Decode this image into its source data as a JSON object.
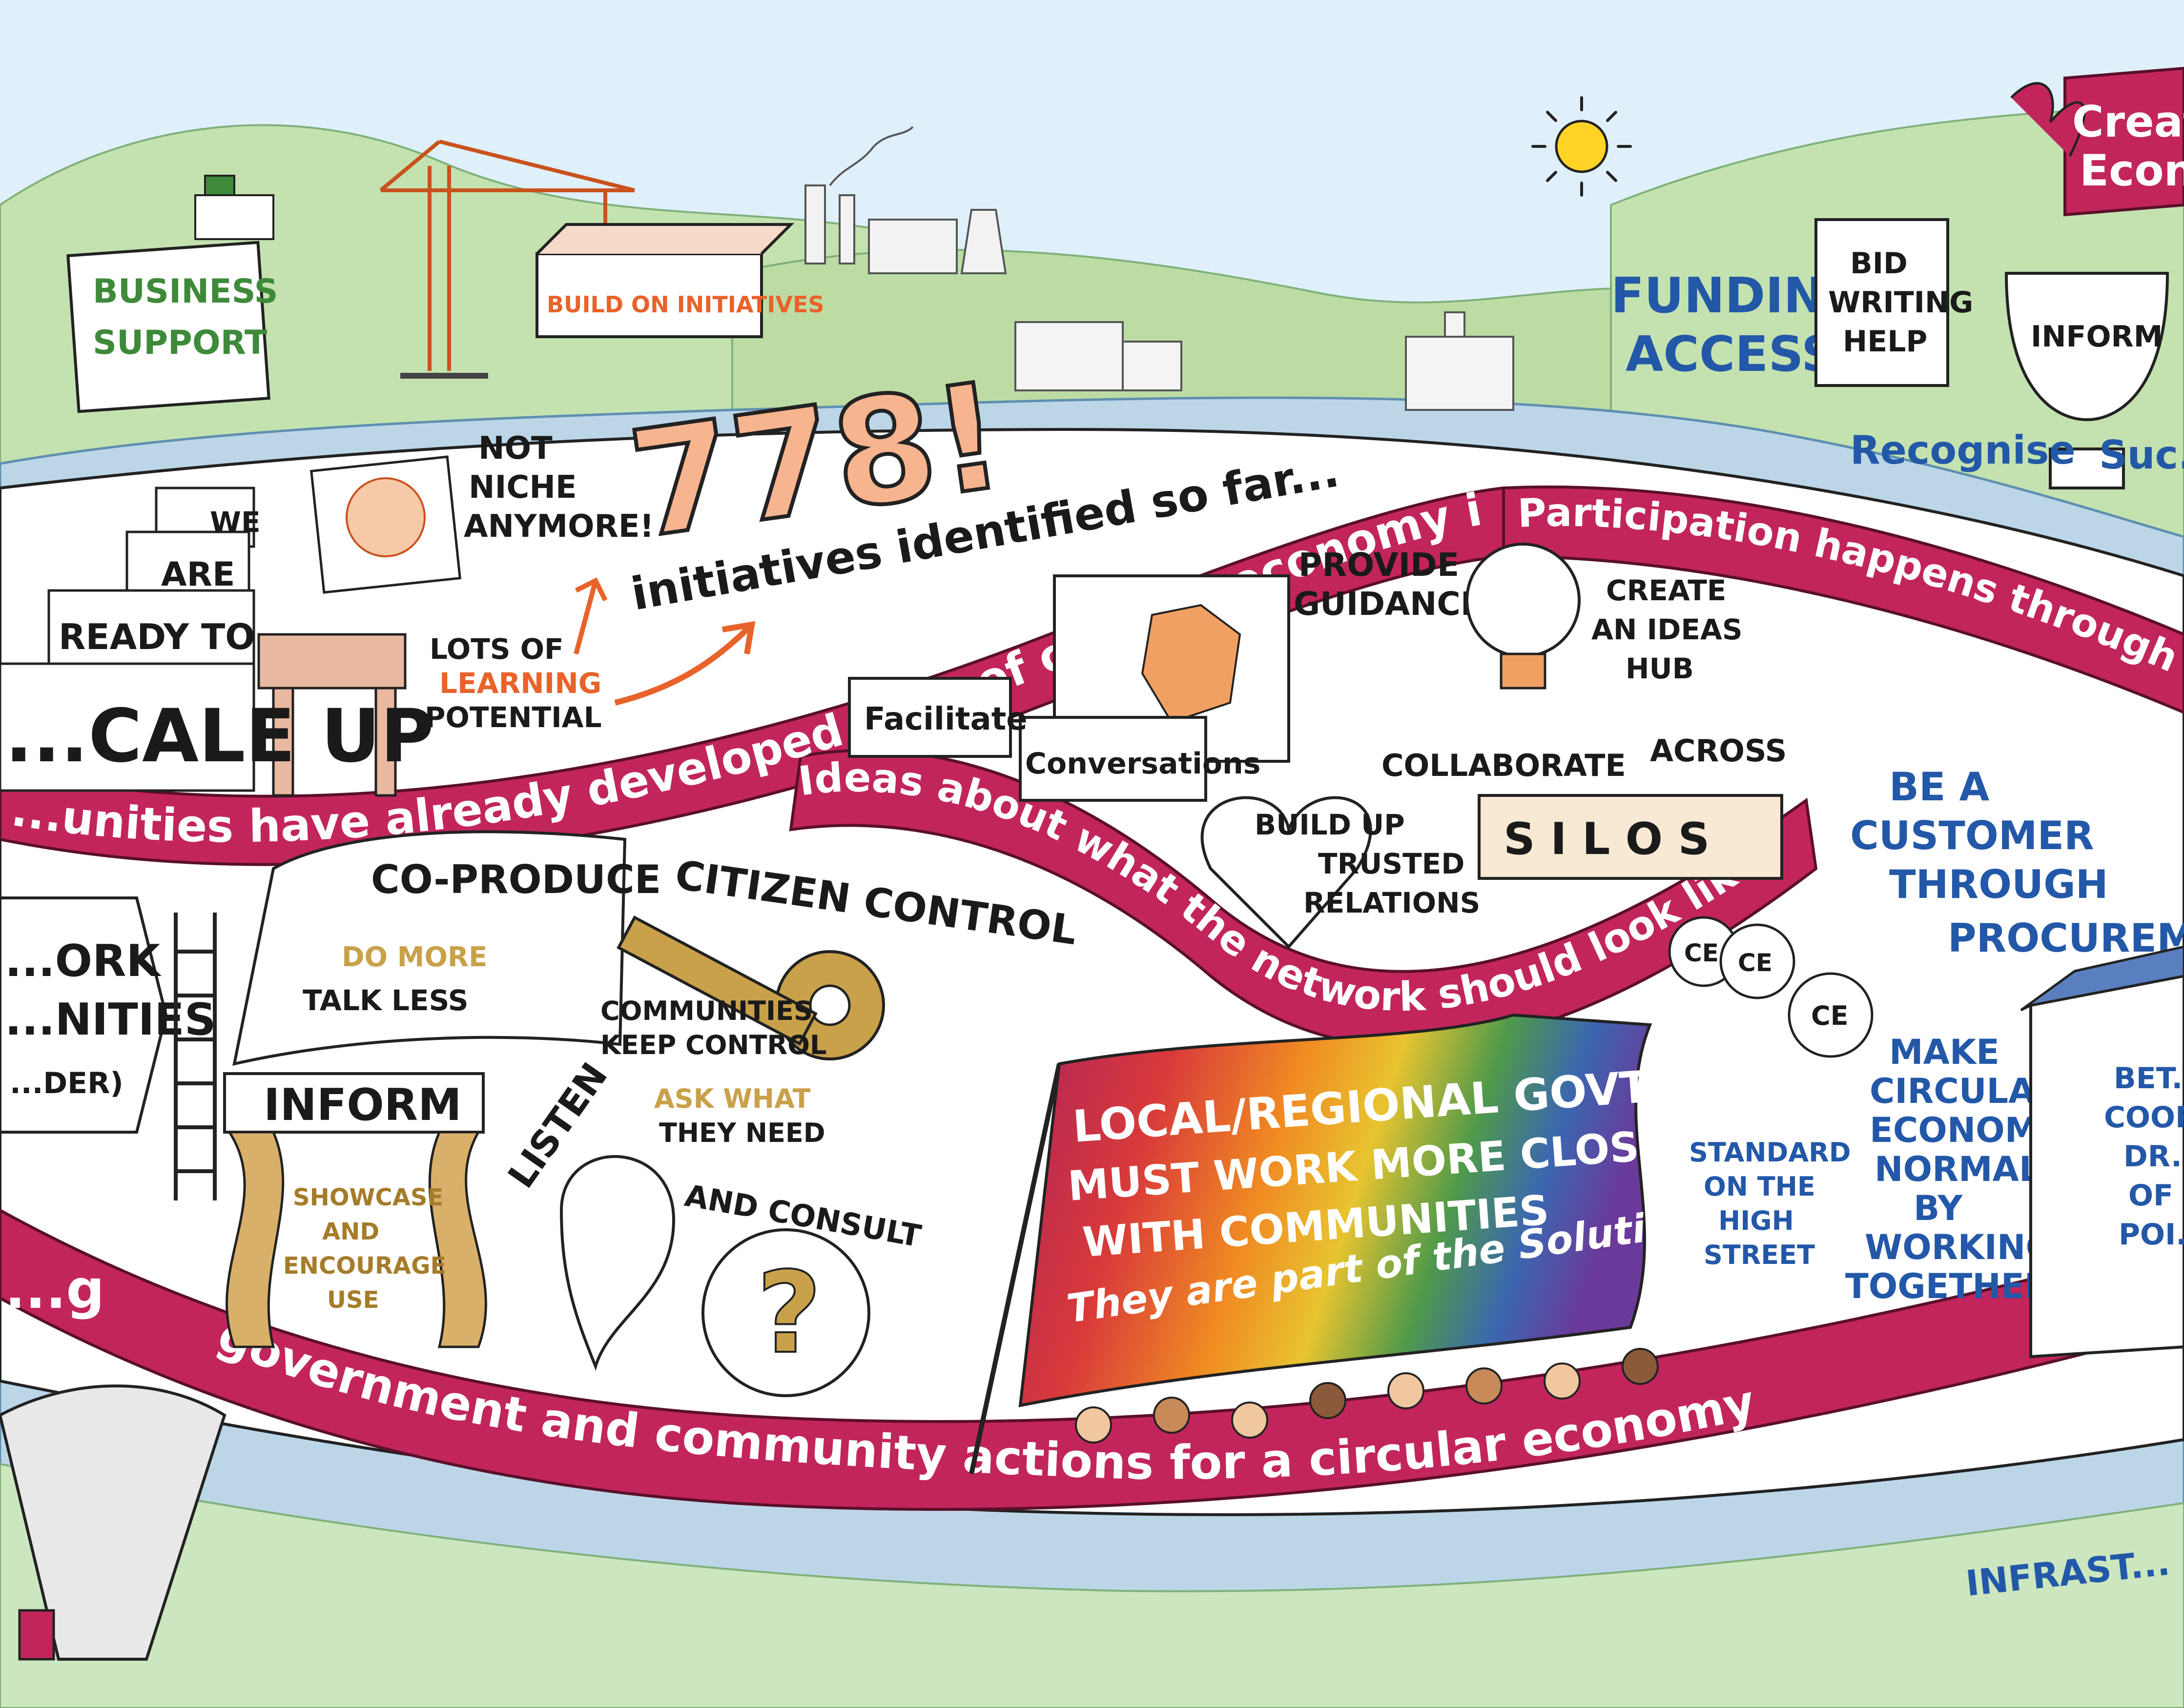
{
  "ribbons": {
    "top": "...unities have already developed a lot of circular economy initiatives",
    "right": "Participation happens through netw...",
    "middle": "Ideas about what the network should look like",
    "bottom": "government and community actions for a circular economy"
  },
  "labels": {
    "business_support_line1": "BUSINESS",
    "business_support_line2": "SUPPORT",
    "build_on_initiatives": "BUILD ON INITIATIVES",
    "big_number": "778!",
    "initiatives_identified": "initiatives identified so far...",
    "not_niche_line1": "NOT",
    "not_niche_line2": "NICHE",
    "not_niche_line3": "ANYMORE!",
    "lots_of": "LOTS OF",
    "learning": "LEARNING",
    "potential": "POTENTIAL",
    "we": "WE",
    "are": "ARE",
    "ready_to": "READY TO",
    "scale_up": "...CALE UP",
    "funding_access_line1": "FUNDING",
    "funding_access_line2": "ACCESS",
    "bid_line1": "BID",
    "bid_line2": "WRITING",
    "bid_line3": "HELP",
    "inform_trophy": "INFORM",
    "recognise": "Recognise",
    "success": "Suc...",
    "create_economy_line1": "Creat...",
    "create_economy_line2": "Econo...",
    "provide_line1": "PROVIDE",
    "provide_line2": "GUIDANCE",
    "create_ideas_line1": "CREATE",
    "create_ideas_line2": "AN IDEAS",
    "create_ideas_line3": "HUB",
    "facilitate": "Facilitate",
    "conversations": "Conversations",
    "collaborate": "COLLABORATE",
    "across": "ACROSS",
    "silos": "S I L O S",
    "build_up_line1": "BUILD UP",
    "build_up_line2": "TRUSTED",
    "build_up_line3": "RELATIONS",
    "co_produce": "CO-PRODUCE",
    "do_more": "DO MORE",
    "talk_less": "TALK LESS",
    "citizen_control": "CITIZEN CONTROL",
    "communities_keep_line1": "COMMUNITIES",
    "communities_keep_line2": "KEEP CONTROL",
    "ask_what_line1": "ASK WHAT",
    "ask_what_line2": "THEY NEED",
    "work_line1": "...ORK",
    "work_line2": "...NITIES",
    "work_line3": "...DER)",
    "inform_curtain": "INFORM",
    "showcase_line1": "SHOWCASE",
    "showcase_line2": "AND",
    "showcase_line3": "ENCOURAGE",
    "showcase_line4": "USE",
    "listen": "LISTEN",
    "and_consult": "AND CONSULT",
    "flag_line1": "LOCAL/REGIONAL GOVT.",
    "flag_line2": "MUST WORK MORE CLOSELY",
    "flag_line3": "WITH COMMUNITIES",
    "flag_line4": "They are part of the Solution!",
    "be_a_line1": "BE A",
    "be_a_line2": "CUSTOMER",
    "be_a_line3": "THROUGH",
    "be_a_line4": "PROCUREMENT",
    "make_line1": "MAKE",
    "make_line2": "CIRCULAR",
    "make_line3": "ECONOMY",
    "make_line4": "NORMAL",
    "make_line5": "BY",
    "make_line6": "WORKING",
    "make_line7": "TOGETHER",
    "standard_line1": "STANDARD",
    "standard_line2": "ON THE",
    "standard_line3": "HIGH",
    "standard_line4": "STREET",
    "ce": "CE",
    "better_line1": "BET...",
    "better_line2": "COORD...",
    "better_line3": "DR...",
    "better_line4": "OF",
    "better_line5": "POI...",
    "left_edge_g": "...g",
    "infrastructure": "INFRAST..."
  },
  "colors": {
    "sky": "#dff0fb",
    "hills": "#b9dca8",
    "river": "#bcd6e8",
    "ribbon": "#c2255c",
    "ribbon_dark": "#8f1743",
    "paper": "#ffffff",
    "ink": "#1a1a1a",
    "orange": "#e8632a",
    "gold": "#c9a14a",
    "green_text": "#3e8a3a",
    "blue_text": "#2358a8",
    "sun": "#ffd326"
  }
}
